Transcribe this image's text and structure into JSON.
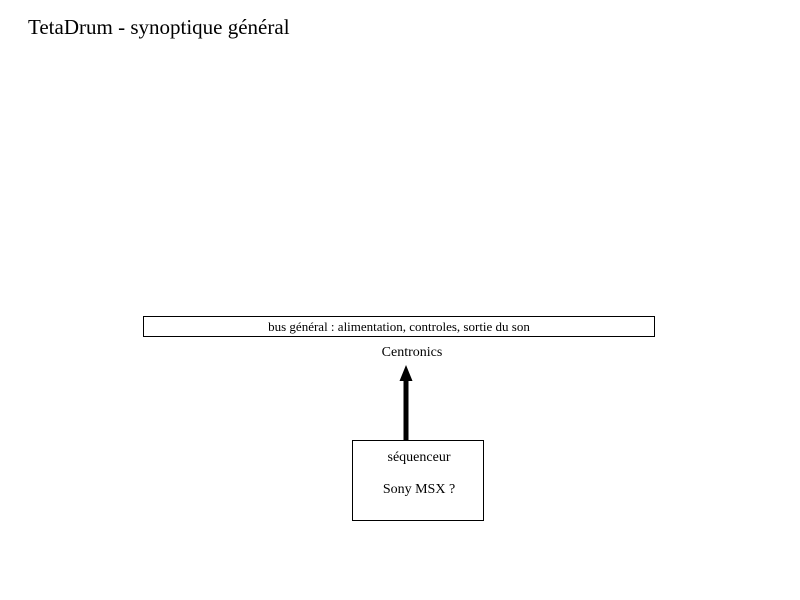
{
  "slide": {
    "title": "TetaDrum - synoptique général",
    "background_color": "#ffffff",
    "text_color": "#000000"
  },
  "diagram": {
    "bus": {
      "label": "bus général : alimentation, controles, sortie du son",
      "border_color": "#000000",
      "fill_color": "#ffffff"
    },
    "connection": {
      "label": "Centronics",
      "arrow_direction": "up",
      "arrow_color": "#000000"
    },
    "sequencer": {
      "title": "séquenceur",
      "model": "Sony MSX ?",
      "border_color": "#000000",
      "fill_color": "#ffffff"
    }
  }
}
